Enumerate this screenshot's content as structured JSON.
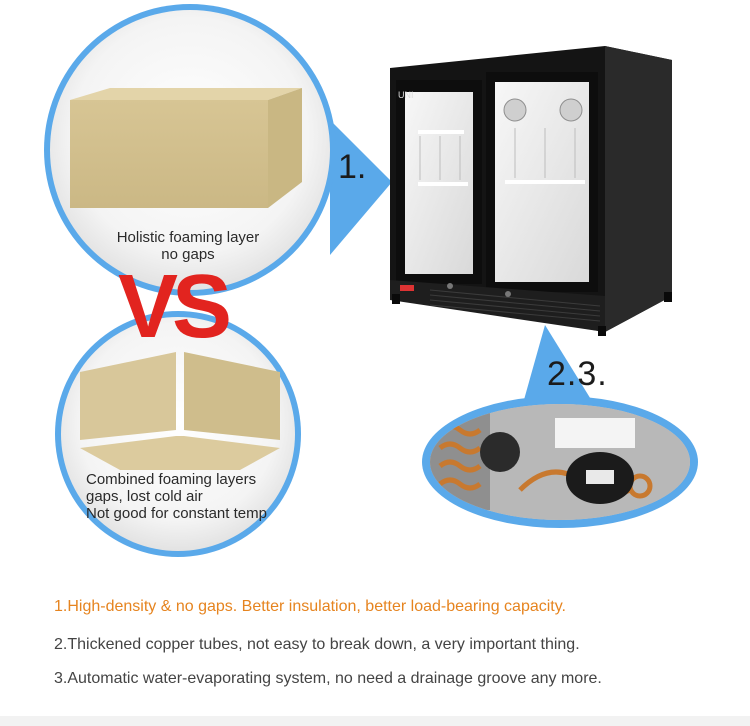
{
  "comparison": {
    "top_caption_line1": "Holistic foaming layer",
    "top_caption_line2": "no gaps",
    "vs_text": "VS",
    "bottom_caption_line1": "Combined foaming layers",
    "bottom_caption_line2": "gaps, lost cold air",
    "bottom_caption_line3": "Not good for constant temp"
  },
  "callouts": {
    "label_1": "1.",
    "label_23": "2.3."
  },
  "product": {
    "brand_logo": "UNI"
  },
  "features": [
    {
      "text": "1.High-density & no gaps. Better insulation, better load-bearing capacity."
    },
    {
      "text": "2.Thickened copper tubes, not easy to break down, a very important thing."
    },
    {
      "text": "3.Automatic water-evaporating system, no need a drainage groove any more."
    }
  ],
  "colors": {
    "accent_blue": "#5aa9ea",
    "vs_red": "#e2241f",
    "highlight_orange": "#e6841f",
    "text_gray": "#444444",
    "foam": "#d8c79a",
    "fridge_black": "#1a1a1a"
  }
}
